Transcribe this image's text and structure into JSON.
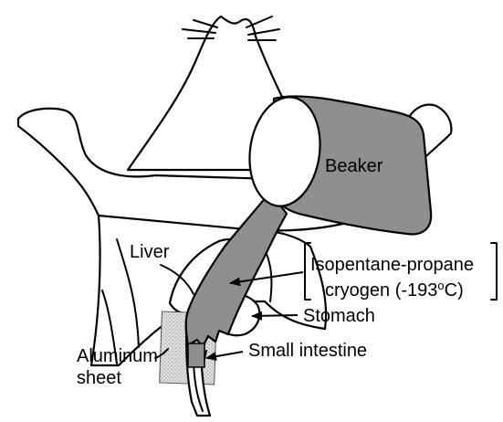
{
  "diagram": {
    "labels": {
      "beaker": "Beaker",
      "liver": "Liver",
      "cryogen_line1": "Isopentane-propane",
      "cryogen_line2_prefix": "cryogen (-193",
      "cryogen_degree": "o",
      "cryogen_line2_suffix": "C)",
      "stomach": "Stomach",
      "small_intestine": "Small intestine",
      "aluminum_line1": "Aluminum",
      "aluminum_line2": "sheet"
    },
    "colors": {
      "beaker_fill": "#8f8f8f",
      "cryogen_fill": "#8f8f8f",
      "sheet_fill": "#d6d6d6",
      "outline": "#000000",
      "background": "#ffffff"
    }
  }
}
